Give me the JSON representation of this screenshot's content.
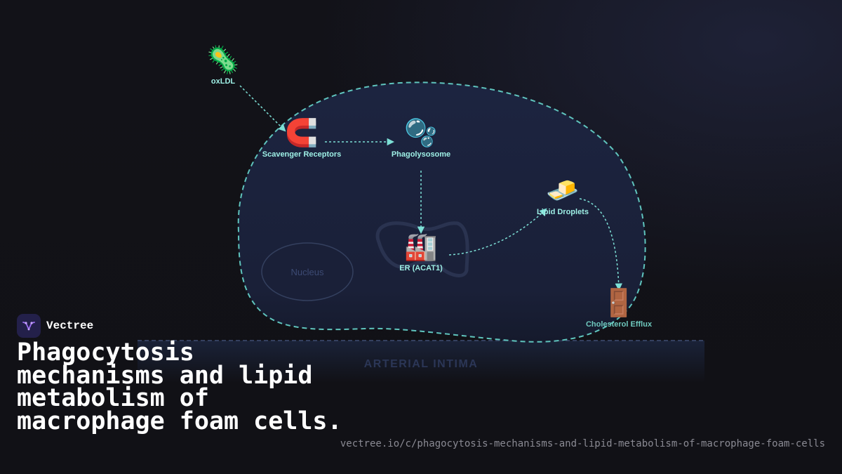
{
  "brand": {
    "name": "Vectree"
  },
  "title": "Phagocytosis mechanisms and lipid metabolism of macrophage foam cells.",
  "url": "vectree.io/c/phagocytosis-mechanisms-and-lipid-metabolism-of-macrophage-foam-cells",
  "diagram": {
    "nodes": {
      "oxldl": {
        "icon": "🦠",
        "label": "oxLDL"
      },
      "receptors": {
        "icon": "🧲",
        "label": "Scavenger Receptors"
      },
      "phagolysosome": {
        "icon": "🫧",
        "label": "Phagolysosome"
      },
      "er": {
        "icon": "🏭",
        "label": "ER (ACAT1)"
      },
      "droplets": {
        "icon": "🧈",
        "label": "Lipid Droplets"
      },
      "efflux": {
        "icon": "🚪",
        "label": "Cholesterol Efflux"
      }
    },
    "nucleus_label": "Nucleus",
    "intima_label": "ARTERIAL INTIMA"
  },
  "colors": {
    "accent": "#7de0d6",
    "cell_fill": "#1c2440",
    "background": "#111116"
  }
}
